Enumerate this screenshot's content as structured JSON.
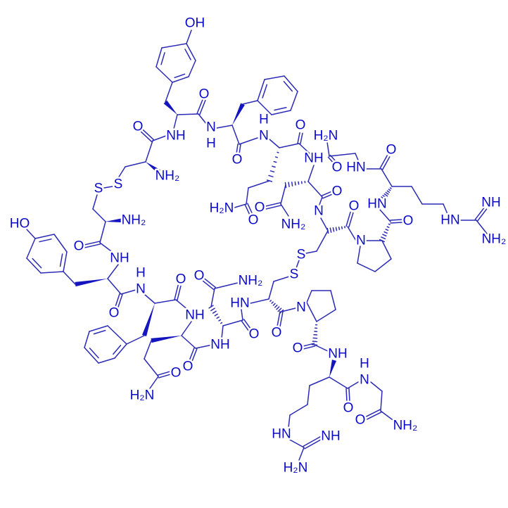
{
  "diagram": {
    "type": "chemical-structure",
    "colors": {
      "bond": "#2b2bb5",
      "atom_label": "#0a0ac8",
      "background": "#ffffff"
    },
    "labels": [
      "OH",
      "O",
      "NH",
      "N",
      "H",
      "O",
      "NH₂",
      "S",
      "S",
      "NH₂",
      "O",
      "HO",
      "NH",
      "O",
      "N",
      "H",
      "O",
      "NH",
      "O",
      "H₂N",
      "O",
      "NH",
      "O",
      "O",
      "NH₂",
      "HN",
      "S",
      "S",
      "O",
      "N",
      "O",
      "NH",
      "O",
      "N",
      "H",
      "O",
      "NH₂",
      "HN",
      "NH",
      "H₂N",
      "O",
      "N",
      "H",
      "O",
      "H₂N",
      "NH",
      "O",
      "HN",
      "O",
      "HN",
      "O",
      "HN",
      "NH",
      "NH₂",
      "O",
      "NH₂",
      "O",
      "O",
      "N",
      "N",
      "H₂N",
      "O"
    ]
  }
}
